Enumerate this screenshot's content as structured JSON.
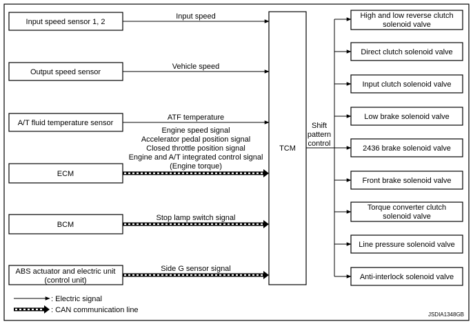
{
  "inputs": [
    {
      "label": "Input speed sensor 1, 2",
      "signal": "Input speed"
    },
    {
      "label": "Output speed sensor",
      "signal": "Vehicle speed"
    },
    {
      "label": "A/T fluid temperature sensor",
      "signal": "ATF temperature"
    },
    {
      "label": "ECM",
      "signal_lines": [
        "Engine speed signal",
        "Accelerator pedal position signal",
        "Closed throttle position signal",
        "Engine and A/T integrated control signal",
        "(Engine torque)"
      ]
    },
    {
      "label": "BCM",
      "signal": "Stop lamp switch signal"
    },
    {
      "label_lines": [
        "ABS actuator and electric unit",
        "(control unit)"
      ],
      "signal": "Side G sensor signal"
    }
  ],
  "controller": {
    "label": "TCM",
    "output_label_lines": [
      "Shift",
      "pattern",
      "control"
    ]
  },
  "outputs": [
    [
      "High and low reverse clutch",
      "solenoid valve"
    ],
    [
      "Direct clutch solenoid valve"
    ],
    [
      "Input clutch solenoid valve"
    ],
    [
      "Low brake solenoid valve"
    ],
    [
      "2436 brake solenoid valve"
    ],
    [
      "Front brake solenoid valve"
    ],
    [
      "Torque converter clutch",
      "solenoid valve"
    ],
    [
      "Line pressure solenoid valve"
    ],
    [
      "Anti-interlock solenoid valve"
    ]
  ],
  "legend": {
    "electric": ": Electric signal",
    "can": ": CAN communication line"
  },
  "code": "JSDIA1348GB"
}
